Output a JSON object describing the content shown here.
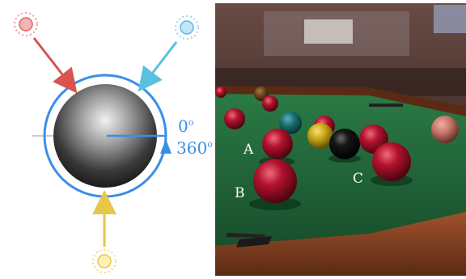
{
  "diagram": {
    "angle_start_label": "0",
    "angle_end_label": "360",
    "degree_symbol": "o",
    "colors": {
      "ring": "#3b8ee8",
      "red_light": "#e06060",
      "blue_light": "#58b8e6",
      "yellow_light": "#e8c84a",
      "red_arrow": "#d9534f",
      "blue_arrow": "#5bc0de",
      "yellow_arrow": "#e6c74a"
    }
  },
  "photo": {
    "label_a": "A",
    "label_b": "B",
    "label_c": "C",
    "colors": {
      "felt": "#1f6a3a",
      "rail": "#7a3a1c",
      "red_ball": "#b3122e",
      "black_ball": "#111111",
      "yellow_ball": "#c9a516",
      "teal_ball": "#1a6e6e",
      "pink_ball": "#c8776a"
    }
  }
}
